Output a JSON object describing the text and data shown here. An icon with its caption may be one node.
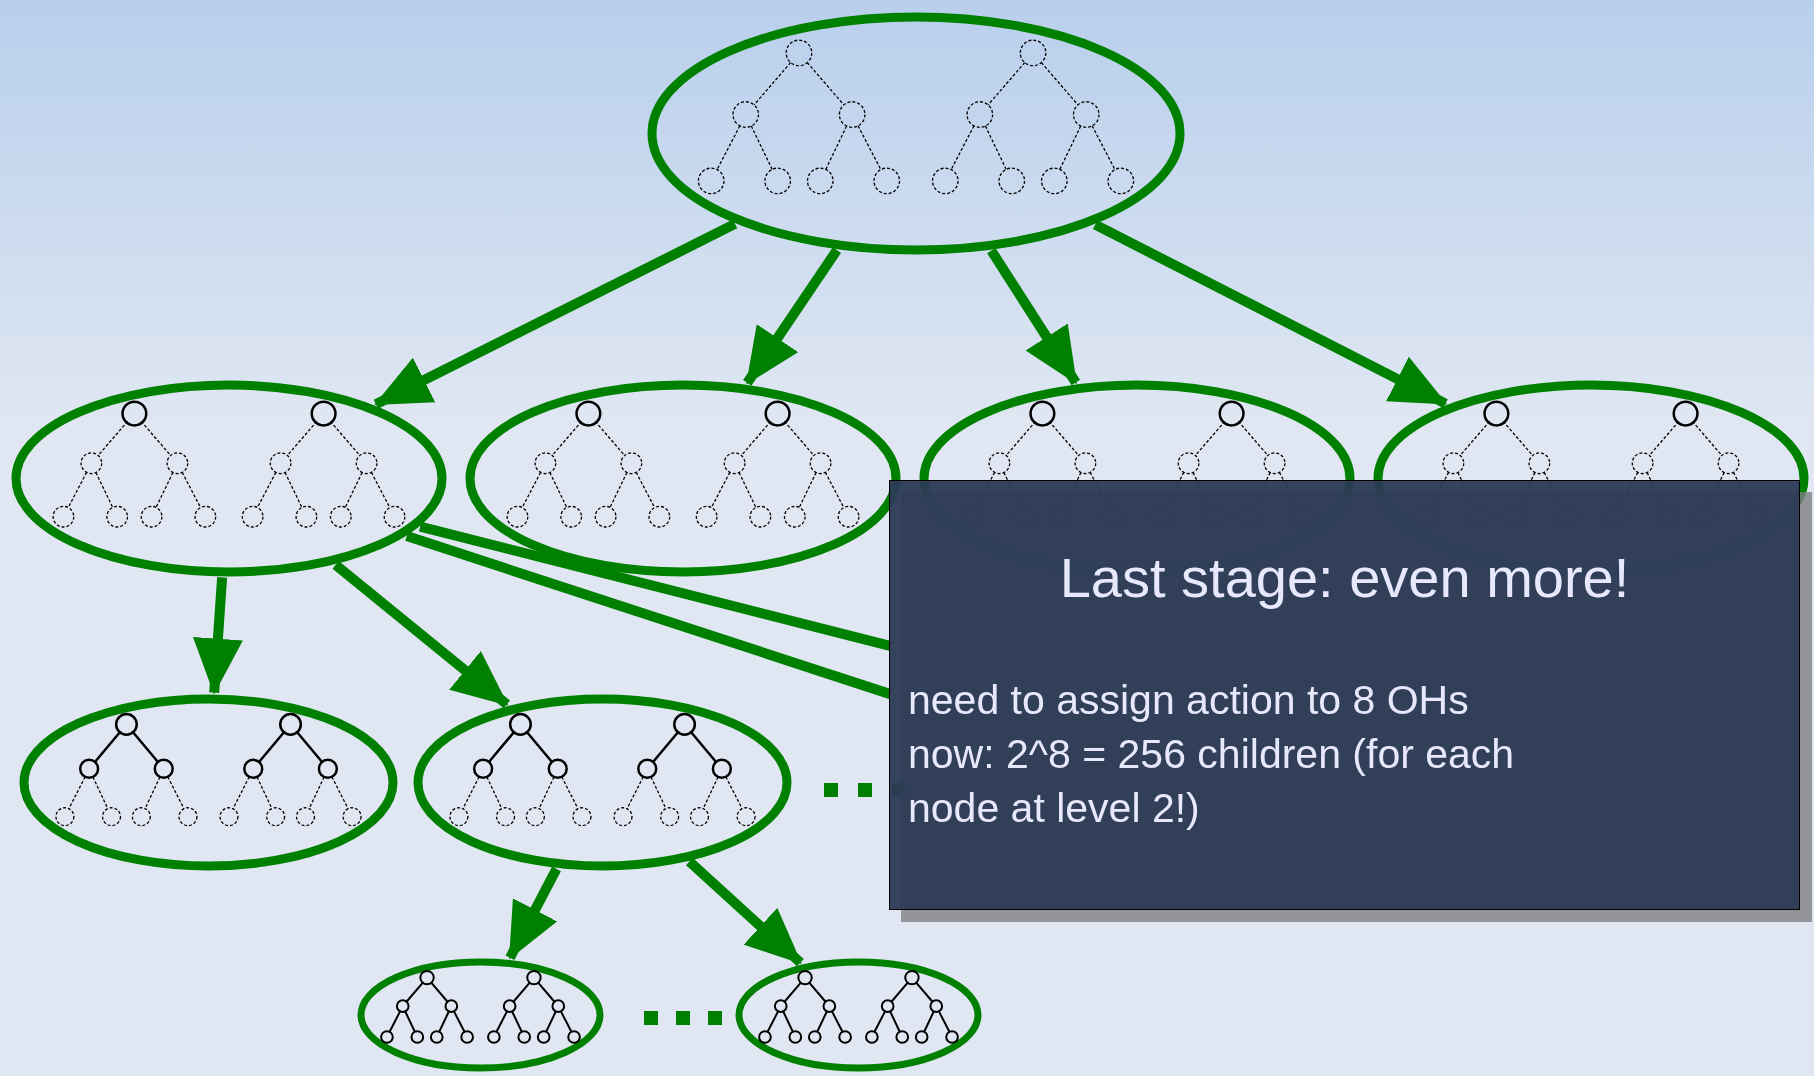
{
  "diagram": {
    "nodes": [
      {
        "text": [],
        "shape": "ellipse"
      },
      {
        "text": [],
        "shape": "ellipse"
      },
      {
        "text": [],
        "shape": "ellipse"
      },
      {
        "text": [],
        "shape": "ellipse"
      },
      {
        "text": [],
        "shape": "ellipse"
      },
      {
        "text": [],
        "shape": "ellipse"
      },
      {
        "text": [],
        "shape": "ellipse"
      },
      {
        "text": [],
        "shape": "ellipse"
      },
      {
        "text": [],
        "shape": "ellipse"
      },
      {
        "text": [
          "Last stage: even more!",
          "need to assign action to 8 OHs now: 2^8 = 256 children (for each node at level 2!)"
        ]
      }
    ],
    "edges": [
      {
        "from": 0,
        "to": 1,
        "arrow": "to"
      },
      {
        "from": 0,
        "to": 2,
        "arrow": "to"
      },
      {
        "from": 0,
        "to": 3,
        "arrow": "to"
      },
      {
        "from": 0,
        "to": 4,
        "arrow": "to"
      },
      {
        "from": 1,
        "to": 5,
        "arrow": "to"
      },
      {
        "from": 1,
        "to": 6,
        "arrow": "to"
      },
      {
        "from": 1,
        "to": 9,
        "arrow": "none"
      },
      {
        "from": 1,
        "to": 9,
        "arrow": "none"
      },
      {
        "from": 6,
        "to": 7,
        "arrow": "to"
      },
      {
        "from": 6,
        "to": 8,
        "arrow": "to"
      }
    ]
  }
}
